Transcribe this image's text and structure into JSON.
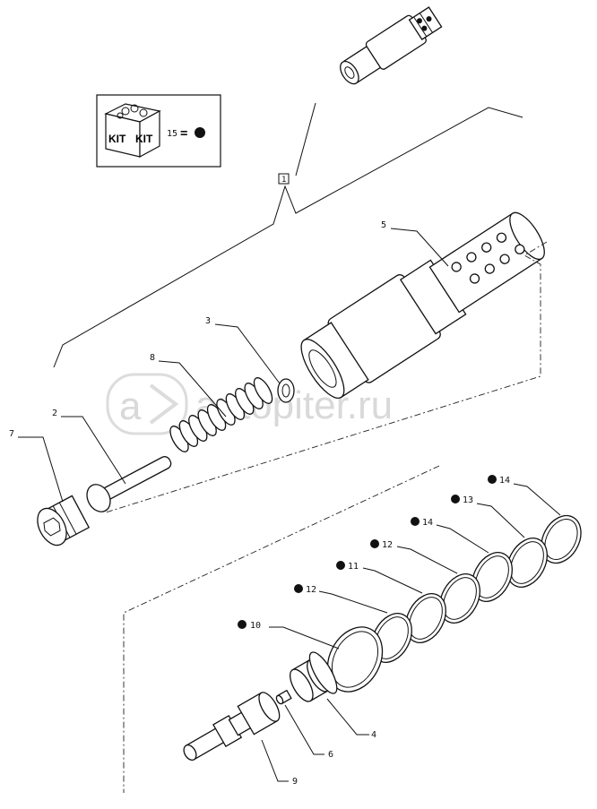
{
  "kit_box": {
    "kit_label_left": "KIT",
    "kit_label_right": "KIT",
    "ref_number": "15",
    "equals": "="
  },
  "watermark": {
    "text": "autopiter.ru",
    "logo_glyph": "a"
  },
  "callouts": [
    {
      "id": "c1",
      "text": "1",
      "kit": false
    },
    {
      "id": "c5",
      "text": "5",
      "kit": false
    },
    {
      "id": "c3",
      "text": "3",
      "kit": false
    },
    {
      "id": "c8",
      "text": "8",
      "kit": false
    },
    {
      "id": "c2",
      "text": "2",
      "kit": false
    },
    {
      "id": "c7",
      "text": "7",
      "kit": false
    },
    {
      "id": "c14a",
      "text": "14",
      "kit": true
    },
    {
      "id": "c13",
      "text": "13",
      "kit": true
    },
    {
      "id": "c14b",
      "text": "14",
      "kit": true
    },
    {
      "id": "c12a",
      "text": "12",
      "kit": true
    },
    {
      "id": "c11",
      "text": "11",
      "kit": true
    },
    {
      "id": "c12b",
      "text": "12",
      "kit": true
    },
    {
      "id": "c10",
      "text": "10",
      "kit": true
    },
    {
      "id": "c4",
      "text": "4",
      "kit": false
    },
    {
      "id": "c6",
      "text": "6",
      "kit": false
    },
    {
      "id": "c9",
      "text": "9",
      "kit": false
    }
  ],
  "icons": [
    "kit-box-icon",
    "kit-marker-dot-icon",
    "autopiter-logo-icon"
  ],
  "colors": {
    "line": "#111111",
    "watermark": "#d9d9d9",
    "background": "#ffffff"
  }
}
